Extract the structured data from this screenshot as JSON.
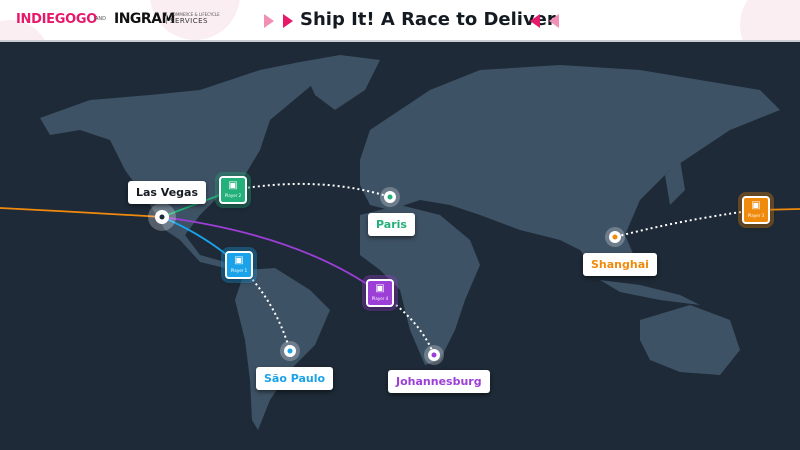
{
  "header": {
    "brand1": "INDIEGOGO",
    "and": "AND",
    "brand2": "INGRAM",
    "brand2_sub_small": "COMMERCE & LIFECYCLE",
    "brand2_sub": "SERVICES",
    "title": "Ship It! A Race to Deliver"
  },
  "colors": {
    "green": "#23b07a",
    "blue": "#1ba3ea",
    "purple": "#9b3fd6",
    "orange": "#f08a0c",
    "pink": "#e6196b",
    "land": "#3e5265",
    "sea": "#1e2a37"
  },
  "origin": {
    "label": "Las Vegas"
  },
  "players": [
    {
      "name": "Player 1",
      "color": "#1ba3ea",
      "destination": "São Paulo"
    },
    {
      "name": "Player 2",
      "color": "#23b07a",
      "destination": "Paris"
    },
    {
      "name": "Player 3",
      "color": "#f08a0c",
      "destination": "Shanghai"
    },
    {
      "name": "Player 4",
      "color": "#9b3fd6",
      "destination": "Johannesburg"
    }
  ],
  "cities": [
    {
      "label": "Paris",
      "color": "#23b07a"
    },
    {
      "label": "Shanghai",
      "color": "#f08a0c"
    },
    {
      "label": "São Paulo",
      "color": "#1ba3ea"
    },
    {
      "label": "Johannesburg",
      "color": "#9b3fd6"
    }
  ]
}
